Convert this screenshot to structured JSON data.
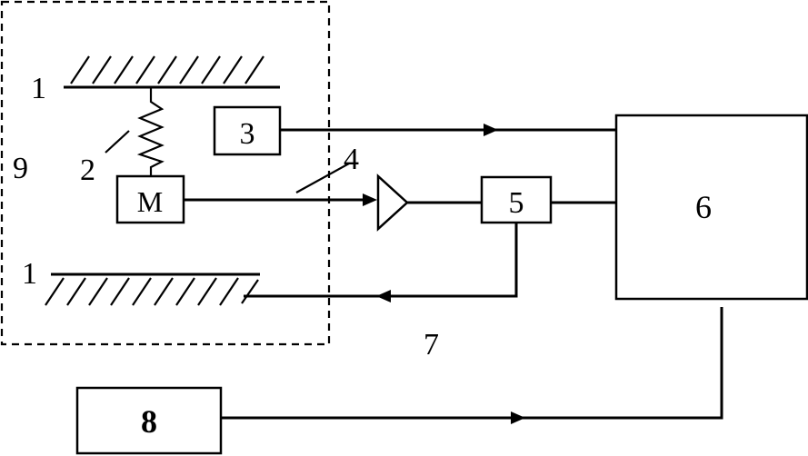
{
  "labels": {
    "plate_top": "1",
    "plate_bottom": "1",
    "spring": "2",
    "mass": "M",
    "sensor": "3",
    "wire": "4",
    "block5": "5",
    "block6": "6",
    "feedback": "7",
    "block8": "8",
    "enclosure": "9"
  }
}
